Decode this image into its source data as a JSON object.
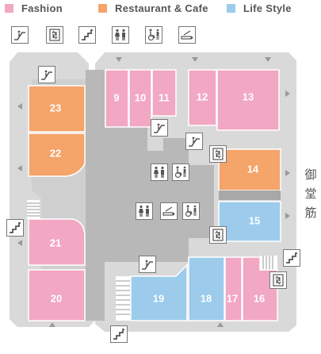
{
  "legend": [
    {
      "label": "Fashion",
      "color": "#f2a7c3"
    },
    {
      "label": "Restaurant & Cafe",
      "color": "#f5a46a"
    },
    {
      "label": "Life Style",
      "color": "#9ccbeb"
    }
  ],
  "facility_icons": [
    "escalator-icon",
    "elevator-icon",
    "stairs-icon",
    "restroom-icon",
    "accessible-restroom-icon",
    "smoking-area-icon"
  ],
  "colors": {
    "fashion": "#f2a7c3",
    "restaurant": "#f5a46a",
    "lifestyle": "#9ccbeb",
    "floor": "#d9d9d9",
    "corridor": "#b8b8b8",
    "outline": "#ffffff"
  },
  "units": [
    {
      "id": "9",
      "category": "fashion"
    },
    {
      "id": "10",
      "category": "fashion"
    },
    {
      "id": "11",
      "category": "fashion"
    },
    {
      "id": "12",
      "category": "fashion"
    },
    {
      "id": "13",
      "category": "fashion"
    },
    {
      "id": "14",
      "category": "restaurant"
    },
    {
      "id": "15",
      "category": "lifestyle"
    },
    {
      "id": "16",
      "category": "fashion"
    },
    {
      "id": "17",
      "category": "fashion"
    },
    {
      "id": "18",
      "category": "lifestyle"
    },
    {
      "id": "19",
      "category": "lifestyle"
    },
    {
      "id": "20",
      "category": "fashion"
    },
    {
      "id": "21",
      "category": "fashion"
    },
    {
      "id": "22",
      "category": "restaurant"
    },
    {
      "id": "23",
      "category": "restaurant"
    }
  ],
  "street_label": [
    "御",
    "堂",
    "筋"
  ]
}
